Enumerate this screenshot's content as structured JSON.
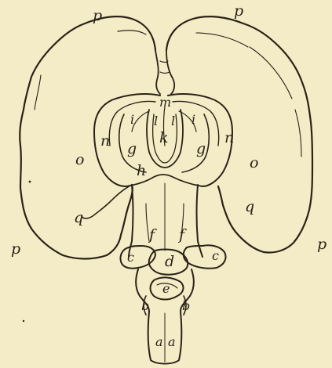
{
  "labels": {
    "p_top_left": "p",
    "p_top_right": "p",
    "p_bottom_left": "p",
    "p_bottom_right": "p",
    "o_left": "o",
    "o_right": "o",
    "q_left": "q",
    "q_right": "q",
    "n_left": "n",
    "n_right": "n",
    "m": "m",
    "i_left": "i",
    "i_right": "i",
    "l_left": "l",
    "l_right": "l",
    "k": "k",
    "g_left": "g",
    "g_right": "g",
    "h": "h",
    "f_left": "f",
    "f_right": "f",
    "c_left": "c",
    "c_right": "c",
    "d": "d",
    "e": "e",
    "b_left": "b",
    "b_right": "b",
    "a_left": "a",
    "a_right": "a"
  }
}
